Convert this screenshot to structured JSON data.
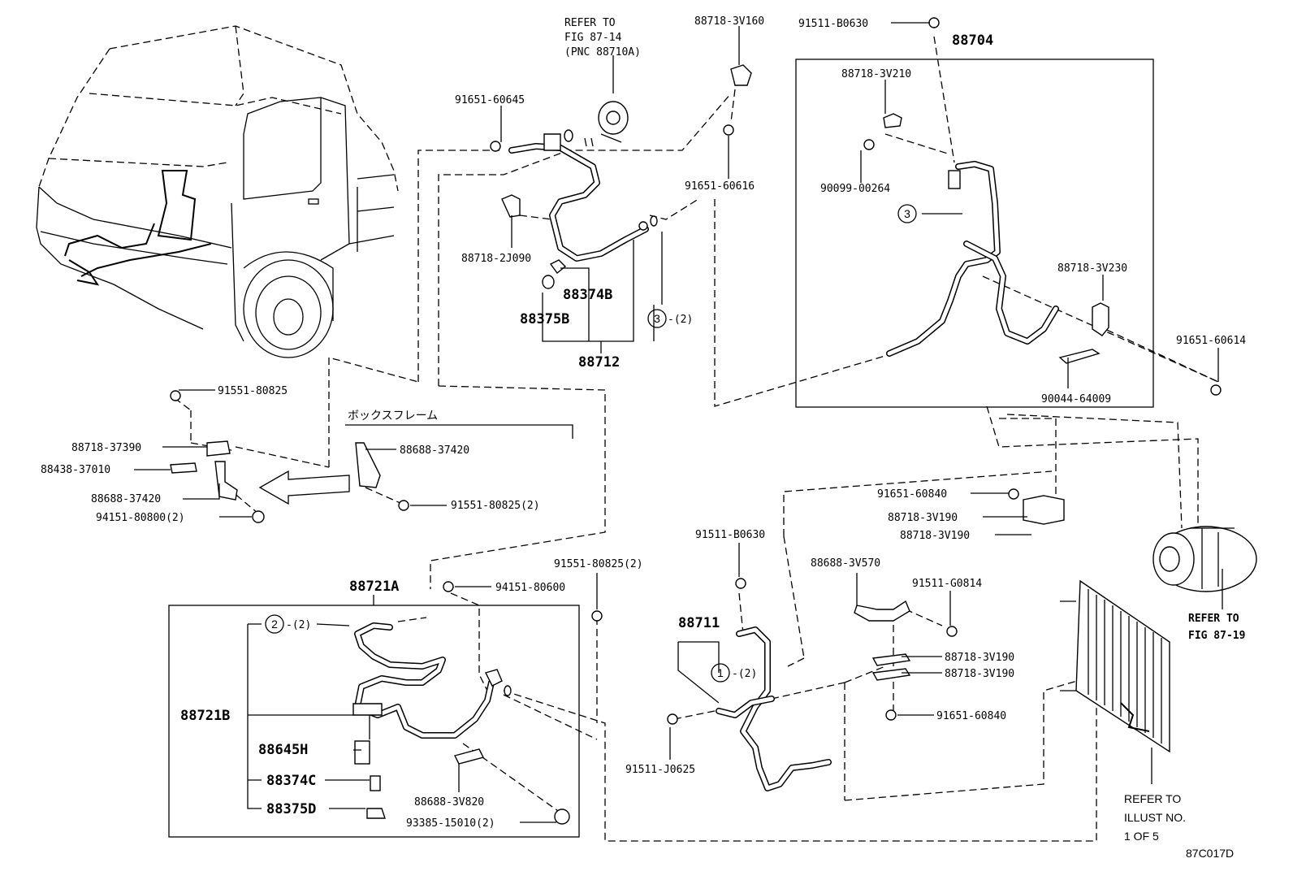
{
  "labels": {
    "l_refer_fig8714_a": "REFER TO",
    "l_refer_fig8714_b": "FIG 87-14",
    "l_refer_fig8714_c": "(PNC 88710A)",
    "l_88718_3V160": "88718-3V160",
    "l_91511_B0630_top": "91511-B0630",
    "l_88704": "88704",
    "l_91651_60645": "91651-60645",
    "l_88718_3V210": "88718-3V210",
    "l_90099_00264": "90099-00264",
    "l_91651_60616": "91651-60616",
    "l_88718_2J090": "88718-2J090",
    "l_88374B": "88374B",
    "l_88375B": "88375B",
    "l_3_2_mid": "-(2)",
    "l_88712": "88712",
    "l_88718_3V230": "88718-3V230",
    "l_91651_60614": "91651-60614",
    "l_90044_64009": "90044-64009",
    "l_91551_80825_left": "91551-80825",
    "l_box_frame": "ボックスフレーム",
    "l_88718_37390": "88718-37390",
    "l_88688_37420_r": "88688-37420",
    "l_88438_37010": "88438-37010",
    "l_88688_37420_l": "88688-37420",
    "l_91551_80825_2_mid": "91551-80825(2)",
    "l_94151_80800": "94151-80800(2)",
    "l_91651_60840_a": "91651-60840",
    "l_88718_3V190_a": "88718-3V190",
    "l_88718_3V190_b": "88718-3V190",
    "l_91511_B0630_mid": "91511-B0630",
    "l_91551_80825_2_bot": "91551-80825(2)",
    "l_88721A": "88721A",
    "l_94151_80600": "94151-80600",
    "l_88688_3V570": "88688-3V570",
    "l_91511_G0814": "91511-G0814",
    "l_refer_fig8719_a": "REFER TO",
    "l_refer_fig8719_b": "FIG 87-19",
    "l_2_2": "-(2)",
    "l_88711": "88711",
    "l_88718_3V190_c": "88718-3V190",
    "l_88718_3V190_d": "88718-3V190",
    "l_1_2": "-(2)",
    "l_88721B": "88721B",
    "l_91651_60840_b": "91651-60840",
    "l_88645H": "88645H",
    "l_91511_J0625": "91511-J0625",
    "l_88374C": "88374C",
    "l_88688_3V820": "88688-3V820",
    "l_88375D": "88375D",
    "l_93385_15010": "93385-15010(2)",
    "l_refer_illust_a": "REFER TO",
    "l_refer_illust_b": "ILLUST NO.",
    "l_refer_illust_c": "1 OF 5",
    "l_code": "87C017D"
  },
  "callouts": {
    "c3_top": "3",
    "c3_mid": "3",
    "c2": "2",
    "c1": "1"
  }
}
